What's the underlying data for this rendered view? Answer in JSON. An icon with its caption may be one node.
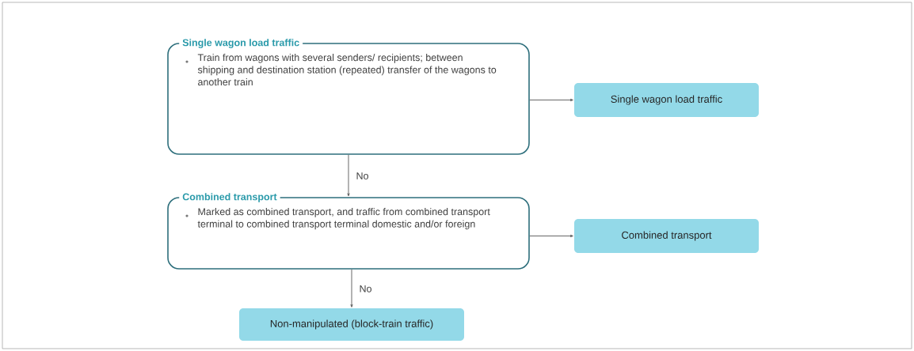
{
  "diagram": {
    "nodes": [
      {
        "text": [
          "Single wagon load traffic",
          "Train from wagons with several senders/ recipients; between shipping and destination station (repeated) transfer of the wagons to another train"
        ]
      },
      {
        "text": [
          "Single wagon load traffic"
        ]
      },
      {
        "text": [
          "Combined transport",
          "Marked as combined transport, and traffic from combined transport terminal to combined transport terminal domestic and/or foreign"
        ]
      },
      {
        "text": [
          "Combined transport"
        ]
      },
      {
        "text": [
          "Non-manipulated (block-train traffic)"
        ]
      }
    ],
    "edges": [
      {
        "from": 0,
        "to": 1,
        "arrow": "to"
      },
      {
        "from": 0,
        "to": 2,
        "arrow": "to",
        "label": "No"
      },
      {
        "from": 2,
        "to": 3,
        "arrow": "to"
      },
      {
        "from": 2,
        "to": 4,
        "arrow": "to",
        "label": "No"
      }
    ]
  }
}
